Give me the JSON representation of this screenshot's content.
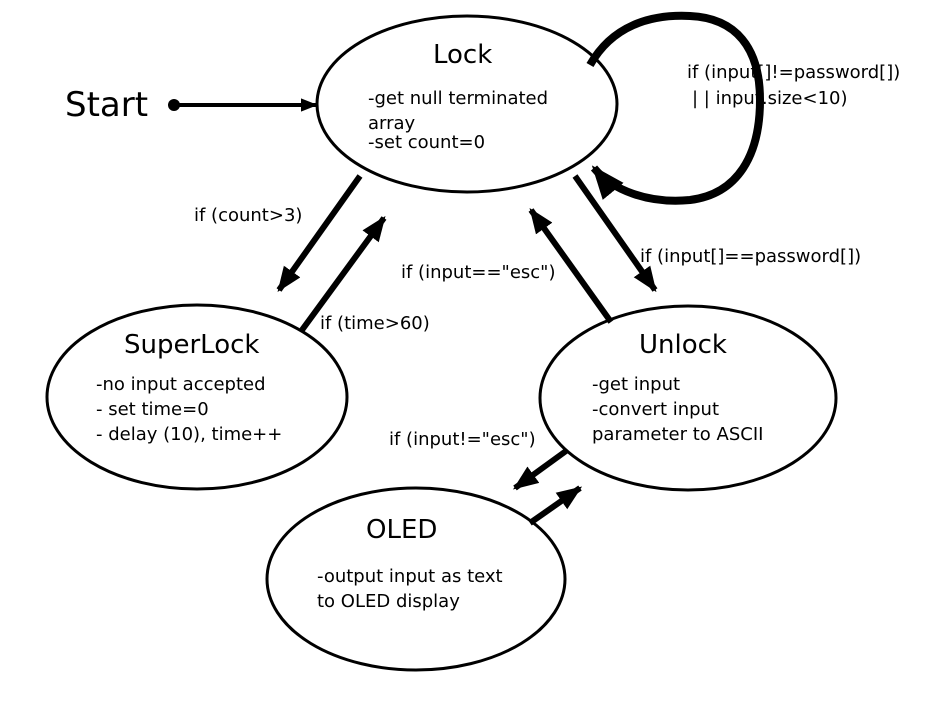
{
  "start_label": "Start",
  "states": {
    "lock": {
      "title": "Lock",
      "lines": [
        "-get null terminated",
        "array",
        "-set count=0"
      ]
    },
    "superlock": {
      "title": "SuperLock",
      "lines": [
        "-no input accepted",
        "- set time=0",
        "- delay (10), time++"
      ]
    },
    "unlock": {
      "title": "Unlock",
      "lines": [
        "-get input",
        "-convert input",
        "parameter to ASCII"
      ]
    },
    "oled": {
      "title": "OLED",
      "lines": [
        "-output input as text",
        "to OLED display"
      ]
    }
  },
  "transitions": {
    "lock_self_1": "if (input[]!=password[])",
    "lock_self_2": "| | input.size<10)",
    "count": "if (count>3)",
    "time": "if (time>60)",
    "esc_back": "if (input==\"esc\")",
    "password": "if (input[]==password[])",
    "not_esc": "if (input!=\"esc\")"
  }
}
